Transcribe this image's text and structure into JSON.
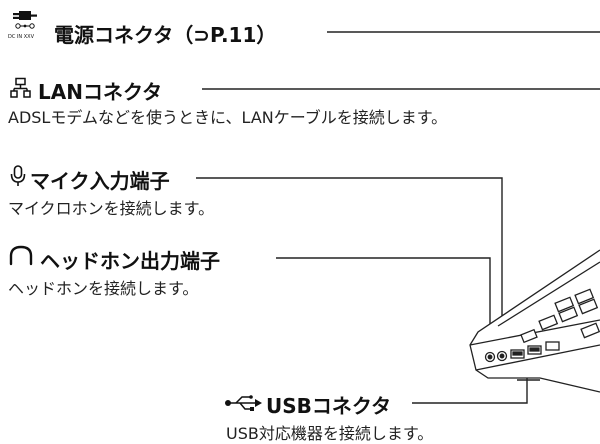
{
  "power": {
    "icon_caption": "DC IN XXV",
    "title": "電源コネクタ",
    "ref_open": "（",
    "ref_symbol": "⊃",
    "ref_page": "P.11）"
  },
  "lan": {
    "title": "LANコネクタ",
    "description": "ADSLモデムなどを使うときに、LANケーブルを接続します。"
  },
  "mic": {
    "title": "マイク入力端子",
    "description": "マイクロホンを接続します。"
  },
  "headphone": {
    "title": "ヘッドホン出力端子",
    "description": "ヘッドホンを接続します。"
  },
  "usb": {
    "title": "USBコネクタ",
    "description": "USB対応機器を接続します。"
  }
}
